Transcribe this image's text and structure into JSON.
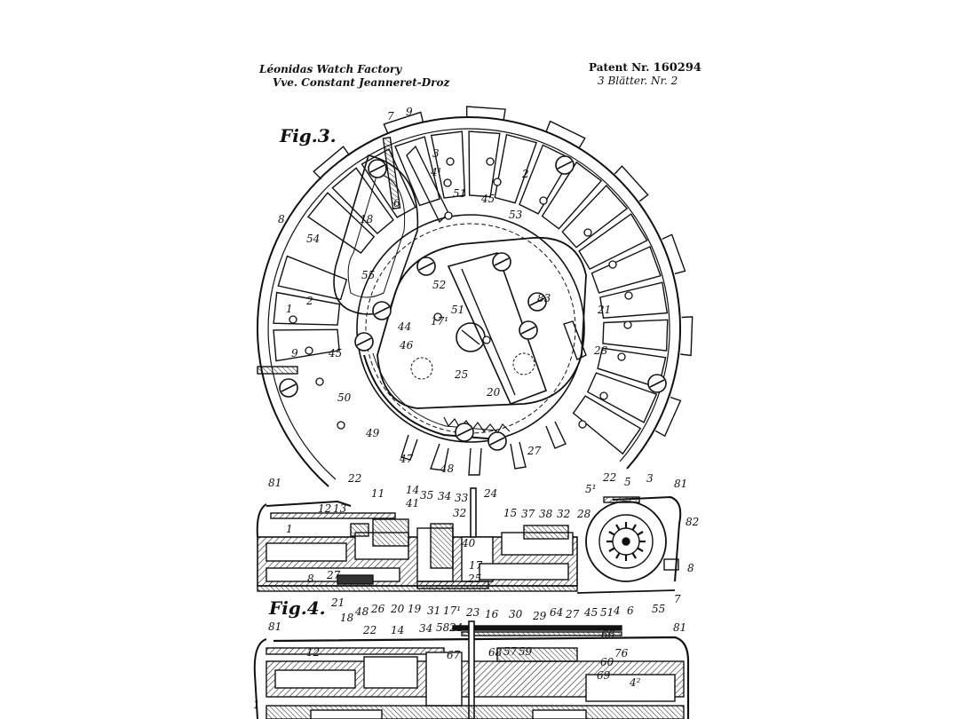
{
  "header": {
    "assignee_line1": "Léonidas Watch Factory",
    "assignee_line2": "Vve. Constant Jeanneret-Droz",
    "patent_label": "Patent Nr.",
    "patent_number": "160294",
    "sheet_info": "3 Blätter. Nr. 2"
  },
  "figures": {
    "fig3_label": "Fig.3.",
    "fig4_label": "Fig.4."
  },
  "fig3_refs": [
    {
      "id": "r1",
      "t": "7"
    },
    {
      "id": "r2",
      "t": "9"
    },
    {
      "id": "r3",
      "t": "3"
    },
    {
      "id": "r4",
      "t": "4¹"
    },
    {
      "id": "r5",
      "t": "2"
    },
    {
      "id": "r6",
      "t": "6"
    },
    {
      "id": "r7",
      "t": "51"
    },
    {
      "id": "r8",
      "t": "45"
    },
    {
      "id": "r9",
      "t": "53"
    },
    {
      "id": "r10",
      "t": "18"
    },
    {
      "id": "r11",
      "t": "8"
    },
    {
      "id": "r12",
      "t": "54"
    },
    {
      "id": "r13",
      "t": "55"
    },
    {
      "id": "r14",
      "t": "52"
    },
    {
      "id": "r15",
      "t": "83"
    },
    {
      "id": "r16",
      "t": "1"
    },
    {
      "id": "r17",
      "t": "2"
    },
    {
      "id": "r18",
      "t": "44"
    },
    {
      "id": "r19",
      "t": "17¹"
    },
    {
      "id": "r20",
      "t": "51"
    },
    {
      "id": "r21",
      "t": "21"
    },
    {
      "id": "r22",
      "t": "46"
    },
    {
      "id": "r23",
      "t": "28"
    },
    {
      "id": "r24",
      "t": "9"
    },
    {
      "id": "r25",
      "t": "45"
    },
    {
      "id": "r26",
      "t": "25"
    },
    {
      "id": "r27",
      "t": "50"
    },
    {
      "id": "r28",
      "t": "20"
    },
    {
      "id": "r29",
      "t": "49"
    },
    {
      "id": "r30",
      "t": "47"
    },
    {
      "id": "r31",
      "t": "48"
    },
    {
      "id": "r32",
      "t": "27"
    }
  ],
  "fig4_refs": [
    {
      "id": "s1",
      "t": "81"
    },
    {
      "id": "s2",
      "t": "22"
    },
    {
      "id": "s3",
      "t": "11"
    },
    {
      "id": "s4",
      "t": "12"
    },
    {
      "id": "s5",
      "t": "13"
    },
    {
      "id": "s6",
      "t": "14"
    },
    {
      "id": "s7",
      "t": "35"
    },
    {
      "id": "s8",
      "t": "34"
    },
    {
      "id": "s9",
      "t": "33"
    },
    {
      "id": "s10",
      "t": "24"
    },
    {
      "id": "s11",
      "t": "41"
    },
    {
      "id": "s12",
      "t": "32"
    },
    {
      "id": "s13",
      "t": "15"
    },
    {
      "id": "s14",
      "t": "37"
    },
    {
      "id": "s15",
      "t": "38"
    },
    {
      "id": "s16",
      "t": "32"
    },
    {
      "id": "s17",
      "t": "28"
    },
    {
      "id": "s18",
      "t": "5¹"
    },
    {
      "id": "s19",
      "t": "22"
    },
    {
      "id": "s20",
      "t": "5"
    },
    {
      "id": "s21",
      "t": "3"
    },
    {
      "id": "s22",
      "t": "81"
    },
    {
      "id": "s23",
      "t": "82"
    },
    {
      "id": "s24",
      "t": "1"
    },
    {
      "id": "s25",
      "t": "40"
    },
    {
      "id": "s26",
      "t": "17"
    },
    {
      "id": "s27",
      "t": "25"
    },
    {
      "id": "s28",
      "t": "8"
    },
    {
      "id": "s29",
      "t": "27"
    },
    {
      "id": "s30",
      "t": "8"
    },
    {
      "id": "s31",
      "t": "7"
    },
    {
      "id": "s32",
      "t": "21"
    },
    {
      "id": "s33",
      "t": "18"
    },
    {
      "id": "s34",
      "t": "48"
    },
    {
      "id": "s35",
      "t": "26"
    },
    {
      "id": "s36",
      "t": "20"
    },
    {
      "id": "s37",
      "t": "19"
    },
    {
      "id": "s38",
      "t": "31"
    },
    {
      "id": "s39",
      "t": "17¹"
    },
    {
      "id": "s40",
      "t": "23"
    },
    {
      "id": "s41",
      "t": "16"
    },
    {
      "id": "s42",
      "t": "30"
    },
    {
      "id": "s43",
      "t": "29"
    },
    {
      "id": "s44",
      "t": "64"
    },
    {
      "id": "s45",
      "t": "27"
    },
    {
      "id": "s46",
      "t": "45"
    },
    {
      "id": "s47",
      "t": "51"
    },
    {
      "id": "s48",
      "t": "4"
    },
    {
      "id": "s49",
      "t": "6"
    },
    {
      "id": "s50",
      "t": "55"
    }
  ],
  "fig5_refs": [
    {
      "id": "u1",
      "t": "81"
    },
    {
      "id": "u2",
      "t": "22"
    },
    {
      "id": "u3",
      "t": "14"
    },
    {
      "id": "u4",
      "t": "34"
    },
    {
      "id": "u5",
      "t": "58"
    },
    {
      "id": "u6",
      "t": "24"
    },
    {
      "id": "u7",
      "t": "66"
    },
    {
      "id": "u8",
      "t": "81"
    },
    {
      "id": "u9",
      "t": "12"
    },
    {
      "id": "u10",
      "t": "67"
    },
    {
      "id": "u11",
      "t": "68"
    },
    {
      "id": "u12",
      "t": "57"
    },
    {
      "id": "u13",
      "t": "59"
    },
    {
      "id": "u14",
      "t": "76"
    },
    {
      "id": "u15",
      "t": "60"
    },
    {
      "id": "u16",
      "t": "69"
    },
    {
      "id": "u17",
      "t": "4²"
    },
    {
      "id": "u18",
      "t": "1"
    }
  ]
}
